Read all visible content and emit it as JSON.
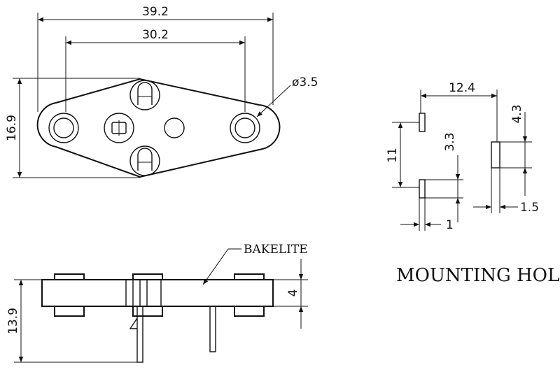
{
  "dimensions": {
    "overall_length": "39.2",
    "hole_spacing": "30.2",
    "hole_diameter": "ø3.5",
    "height": "16.9",
    "side_height": "13.9",
    "thickness": "4",
    "mh_spacing": "12.4",
    "mh_vertical": "11",
    "mh_slot_tall": "4.3",
    "mh_slot_short": "3.3",
    "mh_width_left": "1",
    "mh_width_right": "1.5"
  },
  "labels": {
    "material": "BAKELITE",
    "mounting_hole": "MOUNTING HOLE"
  }
}
